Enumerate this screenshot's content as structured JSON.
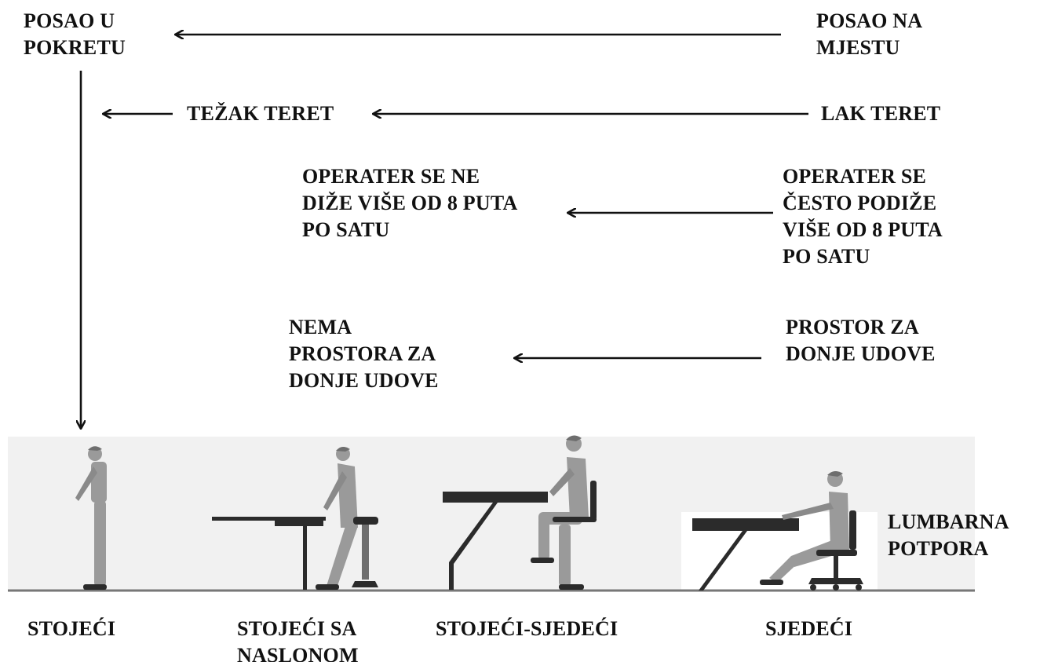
{
  "rows": [
    {
      "from": "POSAO NA\nMJESTU",
      "to": "POSAO U\nPOKRETU"
    },
    {
      "from": "LAK TERET",
      "to": "TEŽAK TERET"
    },
    {
      "from": "OPERATER SE\nČESTO PODIŽE\nVIŠE OD 8 PUTA\nPO SATU",
      "to": "OPERATER SE NE\nDIŽE VIŠE OD 8 PUTA\nPO SATU"
    },
    {
      "from": "PROSTOR ZA\nDONJE UDOVE",
      "to": "NEMA\nPROSTORA ZA\nDONJE UDOVE"
    }
  ],
  "postures": [
    {
      "label": "STOJEĆI",
      "icon": "standing-worker-icon"
    },
    {
      "label": "STOJEĆI SA\nNASLONOM",
      "icon": "leaning-stool-worker-icon"
    },
    {
      "label": "STOJEĆI-SJEDEĆI",
      "icon": "sit-stand-worker-icon"
    },
    {
      "label": "SJEDEĆI",
      "icon": "seated-worker-icon"
    }
  ],
  "lumbar_label": "LUMBARNA\nPOTPORA",
  "colors": {
    "text": "#111111",
    "figure": "#9a9a9a",
    "figure_dark": "#6e6e6e",
    "furniture": "#2b2b2b",
    "band": "#f1f1f1"
  }
}
